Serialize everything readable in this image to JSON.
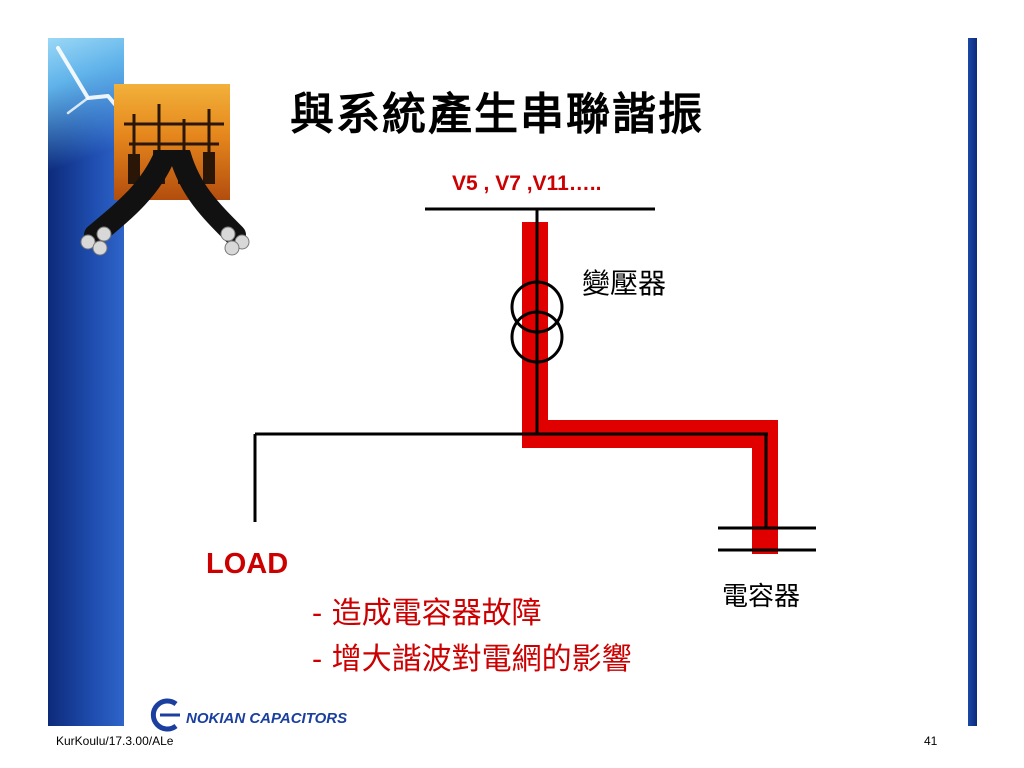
{
  "slide": {
    "title": "與系統產生串聯諧振",
    "harmonics_label": "V5 , V7 ,V11…..",
    "transformer_label": "變壓器",
    "load_label": "LOAD",
    "capacitor_label": "電容器",
    "bullets": [
      "- 造成電容器故障",
      "- 增大諧波對電網的影響"
    ]
  },
  "footer": {
    "reference": "KurKoulu/17.3.00/ALe",
    "page_number": "41"
  },
  "logo": {
    "text": "NOKIAN CAPACITORS"
  },
  "colors": {
    "accent_red": "#e00000",
    "text_red": "#cc0000",
    "bar_blue": "#1f4eb0",
    "logo_blue": "#1a3f9e"
  }
}
